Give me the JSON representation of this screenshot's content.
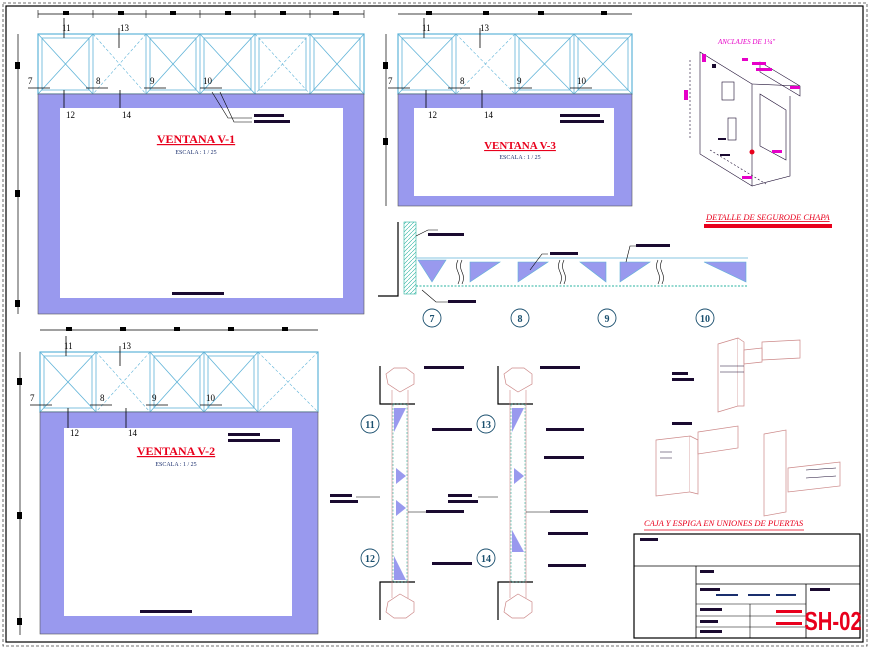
{
  "sheet": {
    "code": "SH-02"
  },
  "views": {
    "v1": {
      "title": "VENTANA V-1",
      "scale": "ESCALA : 1 / 25"
    },
    "v2": {
      "title": "VENTANA V-2",
      "scale": "ESCALA : 1 / 25"
    },
    "v3": {
      "title": "VENTANA V-3",
      "scale": "ESCALA : 1 / 25"
    }
  },
  "tags": {
    "v1": [
      "11",
      "13",
      "7",
      "8",
      "9",
      "10",
      "12",
      "14"
    ],
    "v2": [
      "11",
      "13",
      "7",
      "8",
      "9",
      "10",
      "12",
      "14"
    ],
    "v3": [
      "11",
      "13",
      "7",
      "8",
      "9",
      "10",
      "12",
      "14"
    ]
  },
  "sections": {
    "horizontal": [
      "7",
      "8",
      "9",
      "10"
    ],
    "vertical": [
      "11",
      "12",
      "13",
      "14"
    ]
  },
  "details": {
    "anchors": "ANCLAJES DE 1¼\"",
    "lock": "DETALLE DE SEGURODE CHAPA",
    "joints": "CAJA Y ESPIGA EN UNIONES DE PUERTAS"
  },
  "colors": {
    "frame": "#9999ee",
    "window_lines": "#5fb3d8",
    "accent_red": "#e8001c",
    "magenta": "#e600c8",
    "text_blue": "#1a2f6e",
    "label_black": "#1a0a30"
  }
}
